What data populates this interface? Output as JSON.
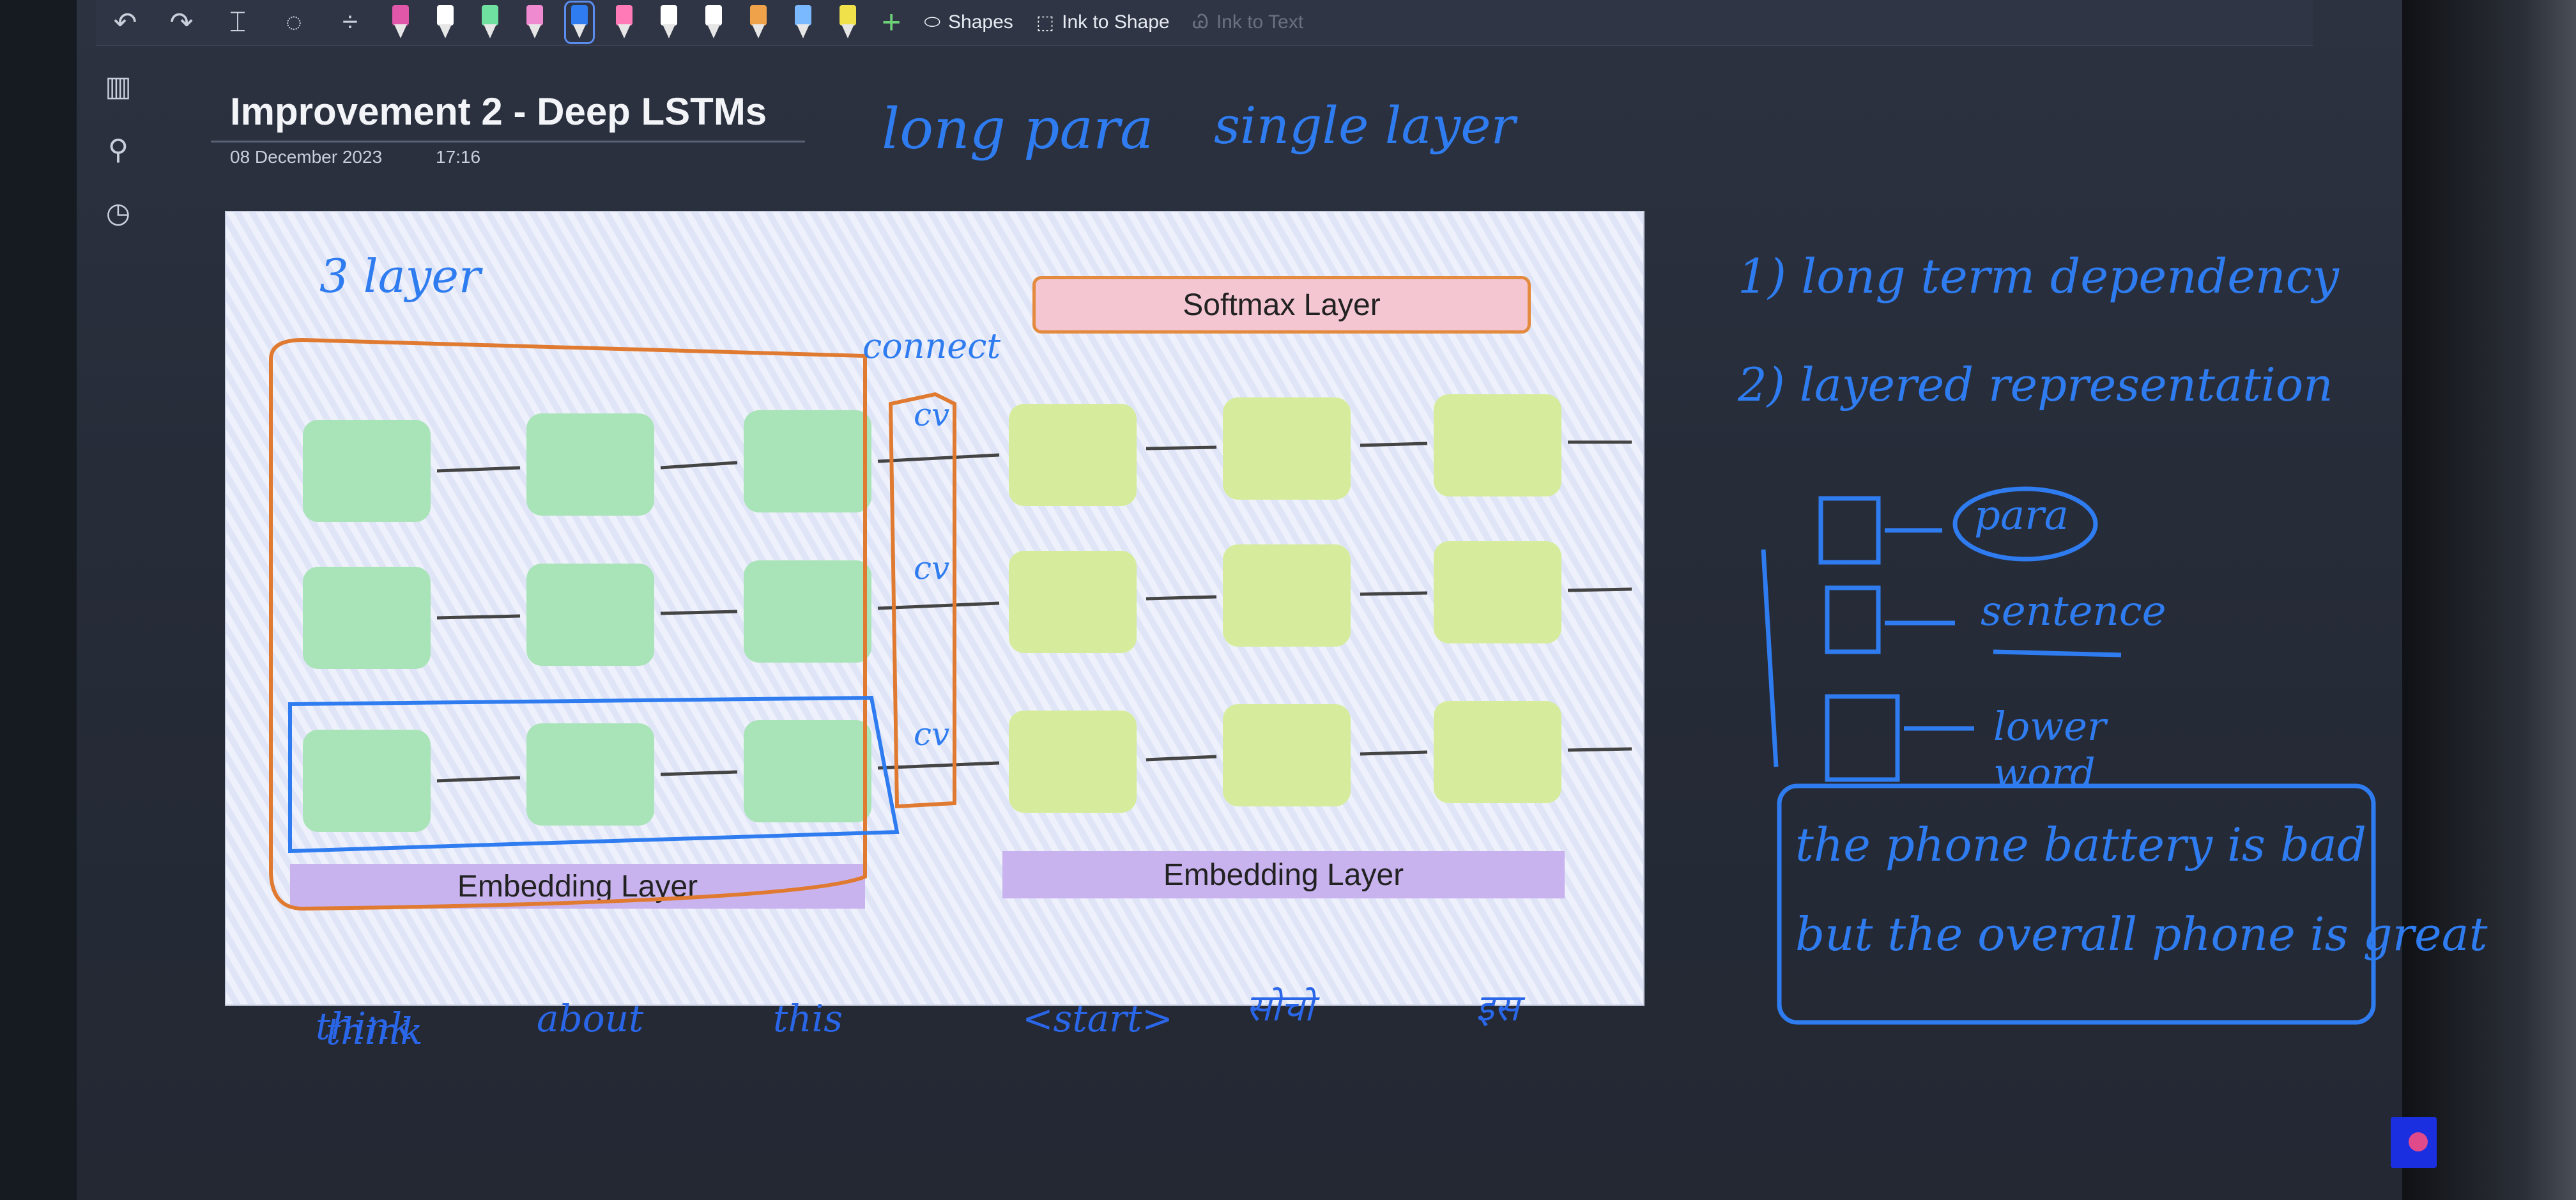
{
  "toolbar": {
    "undo_icon": "undo-icon",
    "redo_icon": "redo-icon",
    "pens": [
      {
        "name": "pen-pink",
        "color": "#e056a8"
      },
      {
        "name": "pen-white-1",
        "color": "#ffffff"
      },
      {
        "name": "pen-green",
        "color": "#6fe0a0"
      },
      {
        "name": "pen-pink-2",
        "color": "#f08ad0"
      },
      {
        "name": "pen-blue",
        "color": "#2f7cf0",
        "active": true
      },
      {
        "name": "pen-pink-3",
        "color": "#ff7ab6"
      },
      {
        "name": "pen-white-2",
        "color": "#ffffff"
      },
      {
        "name": "pen-white-3",
        "color": "#ffffff"
      },
      {
        "name": "pen-orange",
        "color": "#f0a24a"
      },
      {
        "name": "pen-lightblue",
        "color": "#7ab8ff"
      },
      {
        "name": "pen-yellow",
        "color": "#f0e04a"
      }
    ],
    "shapes_label": "Shapes",
    "ink_to_shape_label": "Ink to Shape",
    "ink_to_text_label": "Ink to Text"
  },
  "page": {
    "title": "Improvement 2 - Deep LSTMs",
    "date": "08 December 2023",
    "time": "17:16"
  },
  "diagram": {
    "softmax_label": "Softmax Layer",
    "embedding_label_left": "Embedding Layer",
    "embedding_label_right": "Embedding Layer"
  },
  "handwriting": {
    "top_note_1": "long para",
    "top_note_2": "single layer",
    "layer_note": "3 layer",
    "connect_note": "connect",
    "cv1": "cv",
    "cv2": "cv",
    "cv3": "cv",
    "point1": "1) long term dependency",
    "point2": "2) layered representation",
    "para_label": "para",
    "sentence_label": "sentence",
    "lower_word_label": "lower word",
    "example_line1": "the phone battery is bad",
    "example_line2": "but the overall phone is great",
    "input_words": [
      "think",
      "about",
      "this"
    ],
    "output_words": [
      "<start>",
      "सोचो",
      "इस"
    ]
  }
}
